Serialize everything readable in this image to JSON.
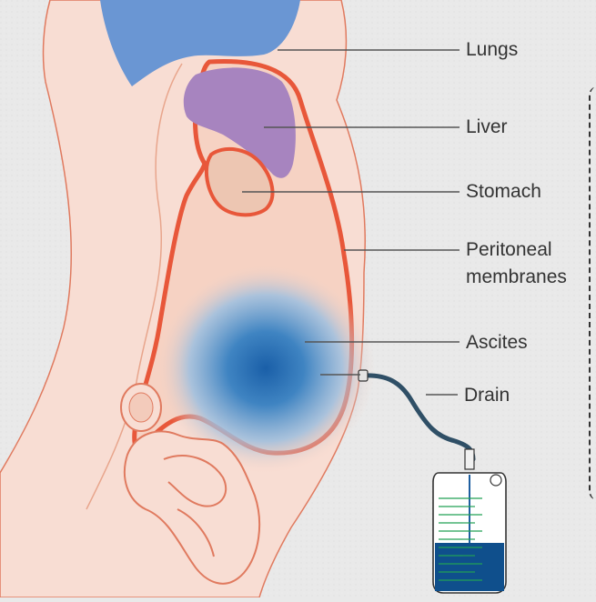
{
  "labels": {
    "lungs": "Lungs",
    "liver": "Liver",
    "stomach": "Stomach",
    "peritoneal_1": "Peritoneal",
    "peritoneal_2": "membranes",
    "ascites": "Ascites",
    "drain": "Drain"
  },
  "colors": {
    "background": "#e9e9e9",
    "skin": "#f8ddd3",
    "outline": "#e07a5f",
    "membrane": "#e8573a",
    "lungs": "#6a96d3",
    "liver": "#a784bf",
    "stomach": "#edc6b2",
    "fluid_center": "#1a5fa8",
    "drain_tube": "#2f4f66",
    "bag_fluid": "#0f4f8c",
    "bag_marks": "#22a055",
    "leader_line": "#555555"
  }
}
